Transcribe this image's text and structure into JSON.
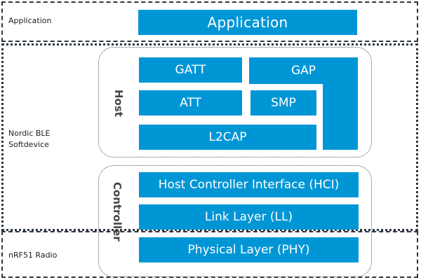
{
  "regions": {
    "application": "Application",
    "softdevice_line1": "Nordic BLE",
    "softdevice_line2": "Softdevice",
    "radio": "nRF51 Radio"
  },
  "groups": {
    "host": "Host",
    "controller": "Controller"
  },
  "blocks": {
    "application": "Application",
    "gatt": "GATT",
    "gap": "GAP",
    "att": "ATT",
    "smp": "SMP",
    "l2cap": "L2CAP",
    "hci": "Host Controller Interface (HCI)",
    "ll": "Link Layer (LL)",
    "phy": "Physical Layer (PHY)"
  },
  "colors": {
    "block": "#0096d6",
    "border": "#2e3640"
  }
}
